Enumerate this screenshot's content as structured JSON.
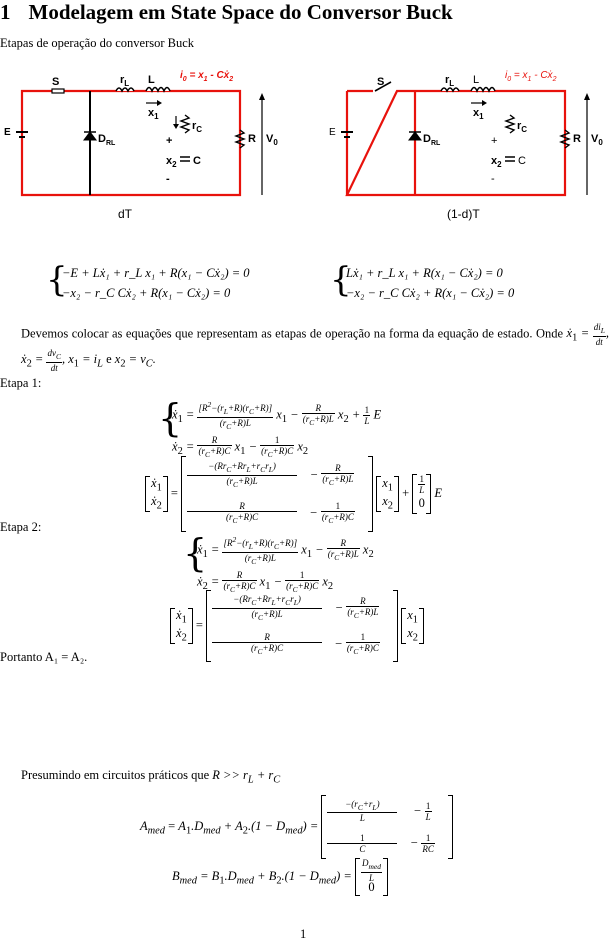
{
  "section": {
    "number": "1",
    "title": "Modelagem em State Space do Conversor Buck"
  },
  "intro": "Etapas de operação do conversor Buck",
  "circuit": {
    "left_caption": "dT",
    "right_caption": "(1-d)T",
    "labels": {
      "switch": "S",
      "rl": "r",
      "rl_sub": "L",
      "inductor": "L",
      "x1": "x",
      "x1_sub": "1",
      "il": "i",
      "il_sub": "0",
      "il_eq": " = x",
      "il_eq_sub": "1",
      "il_eq2": " - Cẋ",
      "il_eq2_sub": "2",
      "rc": "r",
      "rc_sub": "C",
      "plus": "+",
      "x2": "x",
      "x2_sub": "2",
      "cap": "C",
      "minus": "-",
      "source": "E",
      "diode": "D",
      "diode_sub": "RL",
      "load": "R",
      "vo": "V",
      "vo_sub": "0"
    },
    "colors": {
      "red": "#e8120c",
      "black": "#000000"
    }
  },
  "eq_set1": {
    "line1": "−E + Lẋ₁ + r_L x₁ + R(x₁ − Cẋ₂) = 0",
    "line2": "−x₂ − r_C Cẋ₂ + R(x₁ − Cẋ₂) = 0"
  },
  "eq_set2": {
    "line1": "Lẋ₁ + r_L x₁ + R(x₁ − Cẋ₂) = 0",
    "line2": "−x₂ − r_C Cẋ₂ + R(x₁ − Cẋ₂) = 0"
  },
  "paragraph": "Devemos colocar as equações que representam as etapas de operação na forma da equação de estado. Onde",
  "etapa1_label": "Etapa 1:",
  "etapa2_label": "Etapa 2:",
  "portanto": "Portanto A₁ = A₂.",
  "presumindo": "Presumindo em circuitos práticos que",
  "page_number": "1"
}
